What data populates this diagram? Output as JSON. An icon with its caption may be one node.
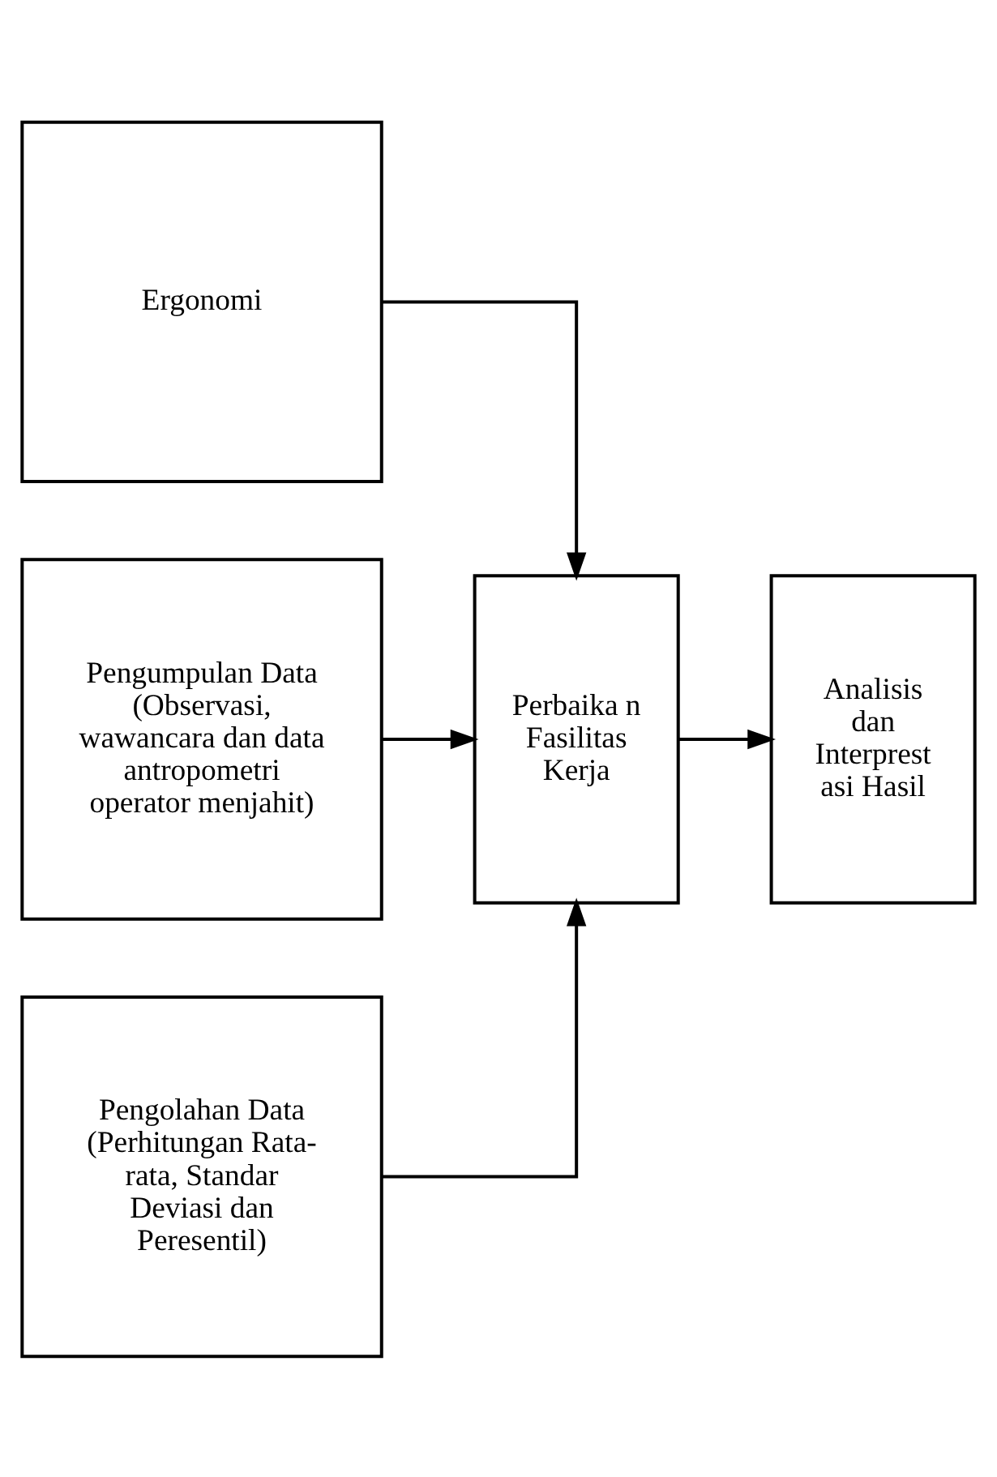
{
  "diagram": {
    "nodes": [
      {
        "text": [
          "Ergonomi"
        ]
      },
      {
        "text": [
          "Pengumpulan Data (Observasi, wawancara dan data antropometri operator menjahit)"
        ]
      },
      {
        "text": [
          "Pengolahan Data (Perhitungan Rata-rata, Standar Deviasi dan Peresentil)"
        ]
      },
      {
        "text": [
          "Perbaika n Fasilitas Kerja"
        ]
      },
      {
        "text": [
          "Analisis dan Interprest asi Hasil"
        ]
      }
    ],
    "edges": [
      {
        "from": 0,
        "to": 3,
        "arrow": "to"
      },
      {
        "from": 1,
        "to": 3,
        "arrow": "to"
      },
      {
        "from": 2,
        "to": 3,
        "arrow": "to"
      },
      {
        "from": 3,
        "to": 4,
        "arrow": "to"
      }
    ]
  }
}
